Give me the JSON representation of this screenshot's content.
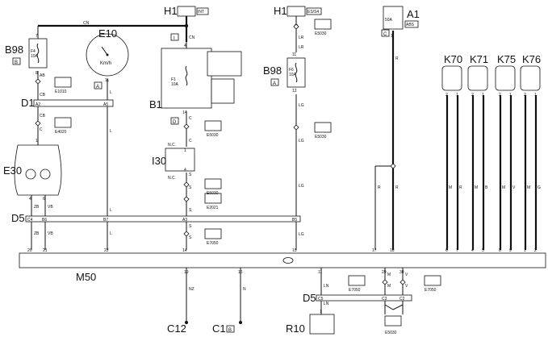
{
  "labels": {
    "b98": "B98",
    "e10": "E10",
    "h1": "H1",
    "int": "INT",
    "es_s4": "ES/S4",
    "a1": "A1",
    "abs": "ABS",
    "a1_amp": "50A",
    "b1": "B1",
    "f1": "F1",
    "f1_amp": "10A",
    "f4": "F4",
    "f4_amp": "10A",
    "f6": "F6",
    "f6_amp": "10A",
    "d1": "D1",
    "e30": "E30",
    "i30": "I30",
    "d5": "D5",
    "m50": "M50",
    "r10": "R10",
    "c12": "C12",
    "c1": "C1",
    "k70": "K70",
    "k71": "K71",
    "k75": "K75",
    "k76": "K76",
    "kmh": "Km/h",
    "tag_a": "A",
    "tag_b": "B",
    "tag_c": "C",
    "tag_d": "D",
    "tag_i": "I"
  },
  "refs": {
    "e1010": "E1010",
    "e4020": "E4020",
    "e5030": "E5030",
    "e2021": "E2021",
    "e7050": "E7050"
  },
  "wires": {
    "cn": "CN",
    "lr": "LR",
    "lg": "LG",
    "r": "R",
    "ab": "AB",
    "cb": "CB",
    "c": "C",
    "l": "L",
    "s": "S",
    "nc": "N.C.",
    "zb": "ZB",
    "vb": "VB",
    "m": "M",
    "b": "B",
    "v": "V",
    "g": "G",
    "nz": "NZ",
    "n": "N",
    "ln": "LN"
  },
  "pins": {
    "p1": "1",
    "p2": "2",
    "p4": "4",
    "p5": "5",
    "p6": "6",
    "p7": "7",
    "p8": "8",
    "p9": "9",
    "p11": "11",
    "p12": "12",
    "p14": "14",
    "p15": "15",
    "p16": "16",
    "p17": "17",
    "p18": "18",
    "p19": "19",
    "p20": "20",
    "p21": "21",
    "p22": "22",
    "p29": "29",
    "p30": "30",
    "a2": "A2",
    "a5": "A5",
    "a3": "A3",
    "b5": "B5",
    "b6": "B6",
    "b7": "B7",
    "c2": "C2",
    "c3": "C3",
    "c4": "C4",
    "c5": "C5"
  }
}
